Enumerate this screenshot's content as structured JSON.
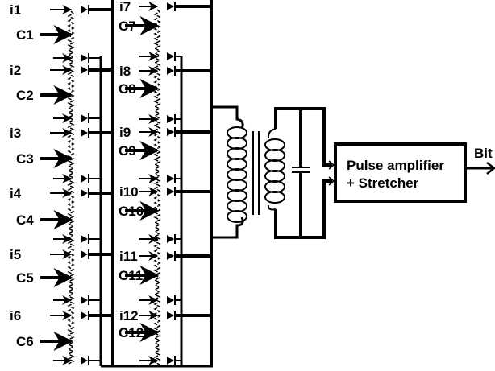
{
  "diagram": {
    "left_channels": [
      {
        "current": "i1",
        "control": "C1"
      },
      {
        "current": "i2",
        "control": "C2"
      },
      {
        "current": "i3",
        "control": "C3"
      },
      {
        "current": "i4",
        "control": "C4"
      },
      {
        "current": "i5",
        "control": "C5"
      },
      {
        "current": "i6",
        "control": "C6"
      }
    ],
    "right_channels": [
      {
        "current": "i7",
        "control": "C7"
      },
      {
        "current": "i8",
        "control": "C8"
      },
      {
        "current": "i9",
        "control": "C9"
      },
      {
        "current": "i10",
        "control": "C10"
      },
      {
        "current": "i11",
        "control": "C11"
      },
      {
        "current": "i12",
        "control": "C12"
      }
    ],
    "amplifier_box": {
      "line1": "Pulse amplifier",
      "line2": "+ Stretcher"
    },
    "output_label": "Bit",
    "components": [
      "transformer",
      "capacitor",
      "diodes",
      "resistor-chains"
    ],
    "colors": {
      "ink": "#000000",
      "background": "#ffffff"
    }
  }
}
